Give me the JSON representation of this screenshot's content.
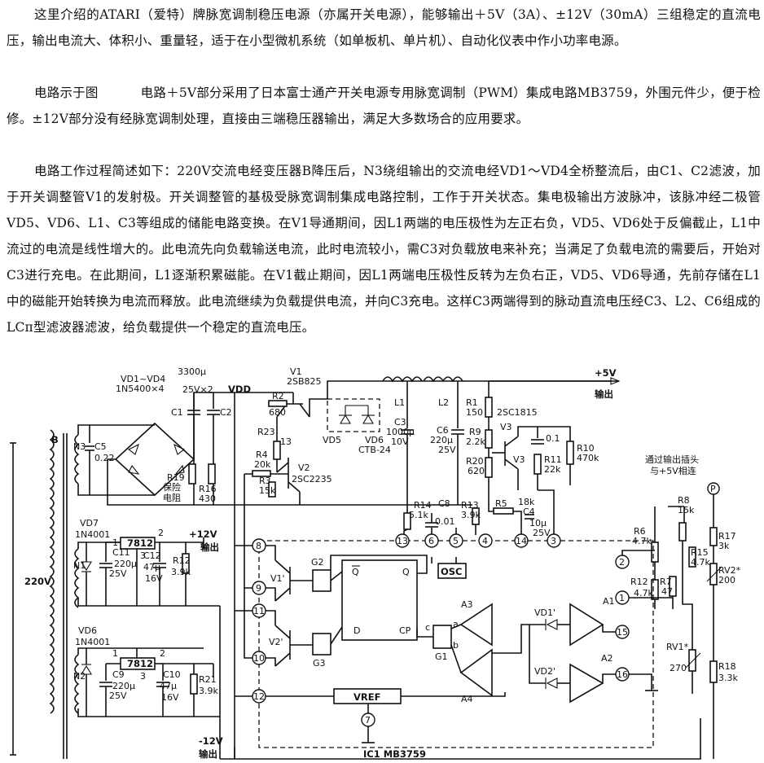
{
  "article": {
    "p1": "这里介绍的ATARI（爱特）牌脉宽调制稳压电源（亦属开关电源），能够输出＋5V（3A）、±12V（30mA）三组稳定的直流电压，输出电流大、体积小、重量轻，适于在小型微机系统（如单板机、单片机）、自动化仪表中作小功率电源。",
    "p2_a": "电路示于图",
    "p2_b": "电路＋5V部分采用了日本富士通产开关电源专用脉宽调制（PWM）集成电路MB3759，外围元件少，便于检修。±12V部分没有经脉宽调制处理，直接由三端稳压器输出，满足大多数场合的应用要求。",
    "p3": "电路工作过程简述如下：220V交流电经变压器B降压后，N3绕组输出的交流电经VD1～VD4全桥整流后，由C1、C2滤波，加于开关调整管V1的发射极。开关调整管的基极受脉宽调制集成电路控制，工作于开关状态。集电极输出方波脉冲，该脉冲经二极管VD5、VD6、L1、C3等组成的储能电路变换。在V1导通期间，因L1两端的电压极性为左正右负，VD5、VD6处于反偏截止，L1中流过的电流是线性增大的。此电流先向负载输送电流，此时电流较小，需C3对负载放电来补充；当满足了负载电流的需要后，开始对C3进行充电。在此期间，L1逐渐积累磁能。在V1截止期间，因L1两端电压极性反转为左负右正，VD5、VD6导通，先前存储在L1中的磁能开始转换为电流而释放。此电流继续为负载提供电流，并向C3充电。这样C3两端得到的脉动直流电压经C3、L2、C6组成的LCπ型滤波器滤波，给负载提供一个稳定的直流电压。"
  },
  "schematic": {
    "labels": {
      "vd1_vd4": "VD1~VD4",
      "bridge_part": "1N5400×4",
      "c1c2_value": "3300µ",
      "c1c2_rating": "25V×2",
      "c1": "C1",
      "c2": "C2",
      "vdd": "VDD",
      "v1": "V1",
      "v1_part": "2SB825",
      "r2": "R2",
      "r2_val": "680",
      "r23": "R23",
      "r23_val": "13",
      "r4": "R4",
      "r4_val": "20k",
      "r3": "R3",
      "r3_val": "15k",
      "v2": "V2",
      "v2_part": "2SC2235",
      "b": "B",
      "n3": "N3",
      "c5": "C5",
      "c5_val": "0.22",
      "r19": "R19",
      "fuse_res": "保险",
      "fuse_res2": "电阻",
      "r16": "R16",
      "r16_val": "430",
      "vd5": "VD5",
      "vd6_top": "VD6",
      "vd56_part": "CTB-24",
      "l1": "L1",
      "l2": "L2",
      "c3": "C3",
      "c3_val": "1000µ",
      "c3_rating": "10V",
      "c6": "C6",
      "c6_val": "220µ",
      "c6_rating": "25V",
      "plus5v": "+5V",
      "out5v": "输出",
      "r1": "R1",
      "r1_val": "150",
      "v3_part": "2SC1815",
      "v3": "V3",
      "r9": "R9",
      "r9_val": "2.2k",
      "r20": "R20",
      "r20_val": "620",
      "c_01": "0.1",
      "r11": "R11",
      "r11_val": "22k",
      "r10": "R10",
      "r10_val": "470k",
      "note1": "通过输出插头",
      "note2": "与+5V相连",
      "p_marker": "P",
      "r14": "R14",
      "r14_val": "5.1k",
      "c8": "C8",
      "c8_val": "0.01",
      "r13": "R13",
      "r13_val": "3.9k",
      "r5": "R5",
      "r5_val": "18k",
      "c4": "C4",
      "c4_val": "10µ",
      "c4_rating": "25V",
      "r8": "R8",
      "r8_val": "15k",
      "r6": "R6",
      "r6_val": "4.7k",
      "r17": "R17",
      "r17_val": "3k",
      "r15": "R15",
      "r15_val": "4.7k",
      "rv2": "RV2*",
      "rv2_val": "200",
      "r12b": "R12",
      "r12b_val": "4.7k",
      "r7": "R7",
      "r7_val": "47",
      "a1": "A1",
      "a2": "A2",
      "a3": "A3",
      "a4": "A4",
      "vd1p": "VD1'",
      "vd2p": "VD2'",
      "rv1": "RV1*",
      "rv1_val": "270",
      "r18": "R18",
      "r18_val": "3.3k",
      "v1p": "V1'",
      "v2p": "V2'",
      "g1": "G1",
      "g2": "G2",
      "g3": "G3",
      "q_bar": "Q",
      "q": "Q",
      "d": "D",
      "cp": "CP",
      "osc": "OSC",
      "vref": "VREF",
      "ic1": "IC1 MB3759",
      "mains": "220V",
      "vd7": "VD7",
      "vd7_part": "1N4001",
      "reg1": "7812",
      "n1": "N1",
      "c11": "C11",
      "c11_val": "220µ",
      "c11_rating": "25V",
      "c12": "C12",
      "c12_val": "47µ",
      "c12_rating": "16V",
      "r12": "R12",
      "r12_val": "3.9k",
      "plus12v": "+12V",
      "out12v": "输出",
      "vd6": "VD6",
      "vd6_part": "1N4001",
      "reg2": "7812",
      "n2": "N2",
      "c9": "C9",
      "c9_val": "220µ",
      "c9_rating": "25V",
      "c10": "C10",
      "c10_val": "47µ",
      "c10_rating": "16V",
      "r21": "R21",
      "r21_val": "3.9k",
      "minus12v": "-12V",
      "outm12v": "输出",
      "g_pin_c": "c",
      "g_pin_b": "b",
      "g_pin_a": "a"
    },
    "pins": [
      "1",
      "2",
      "3",
      "4",
      "5",
      "6",
      "7",
      "8",
      "9",
      "10",
      "11",
      "12",
      "13",
      "14",
      "15",
      "16"
    ],
    "reg_pins": [
      "1",
      "2",
      "3"
    ]
  }
}
